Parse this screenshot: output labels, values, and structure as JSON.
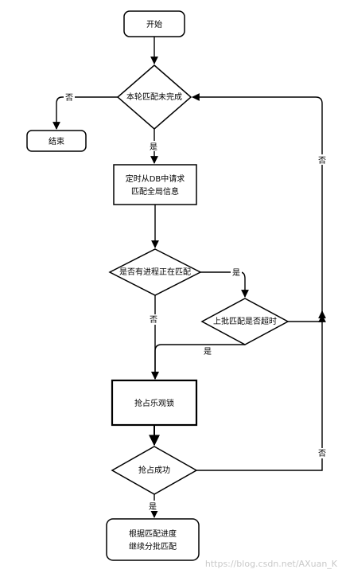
{
  "nodes": {
    "start": "开始",
    "round_check": "本轮匹配未完成",
    "end": "结束",
    "fetch_line1": "定时从DB中请求",
    "fetch_line2": "匹配全局信息",
    "process_check": "是否有进程正在匹配",
    "timeout_check": "上批匹配是否超时",
    "grab_lock": "抢占乐观锁",
    "grab_success": "抢占成功",
    "match_line1": "根据匹配进度",
    "match_line2": "继续分批匹配"
  },
  "labels": {
    "round_no": "否",
    "round_yes": "是",
    "round_loop_no": "否",
    "process_yes": "是",
    "process_no": "否",
    "timeout_yes": "是",
    "grab_no": "否",
    "grab_yes": "是"
  },
  "watermark": "https://blog.csdn.net/AXuan_K",
  "colors": {
    "stroke": "#000000",
    "fill": "#ffffff"
  }
}
